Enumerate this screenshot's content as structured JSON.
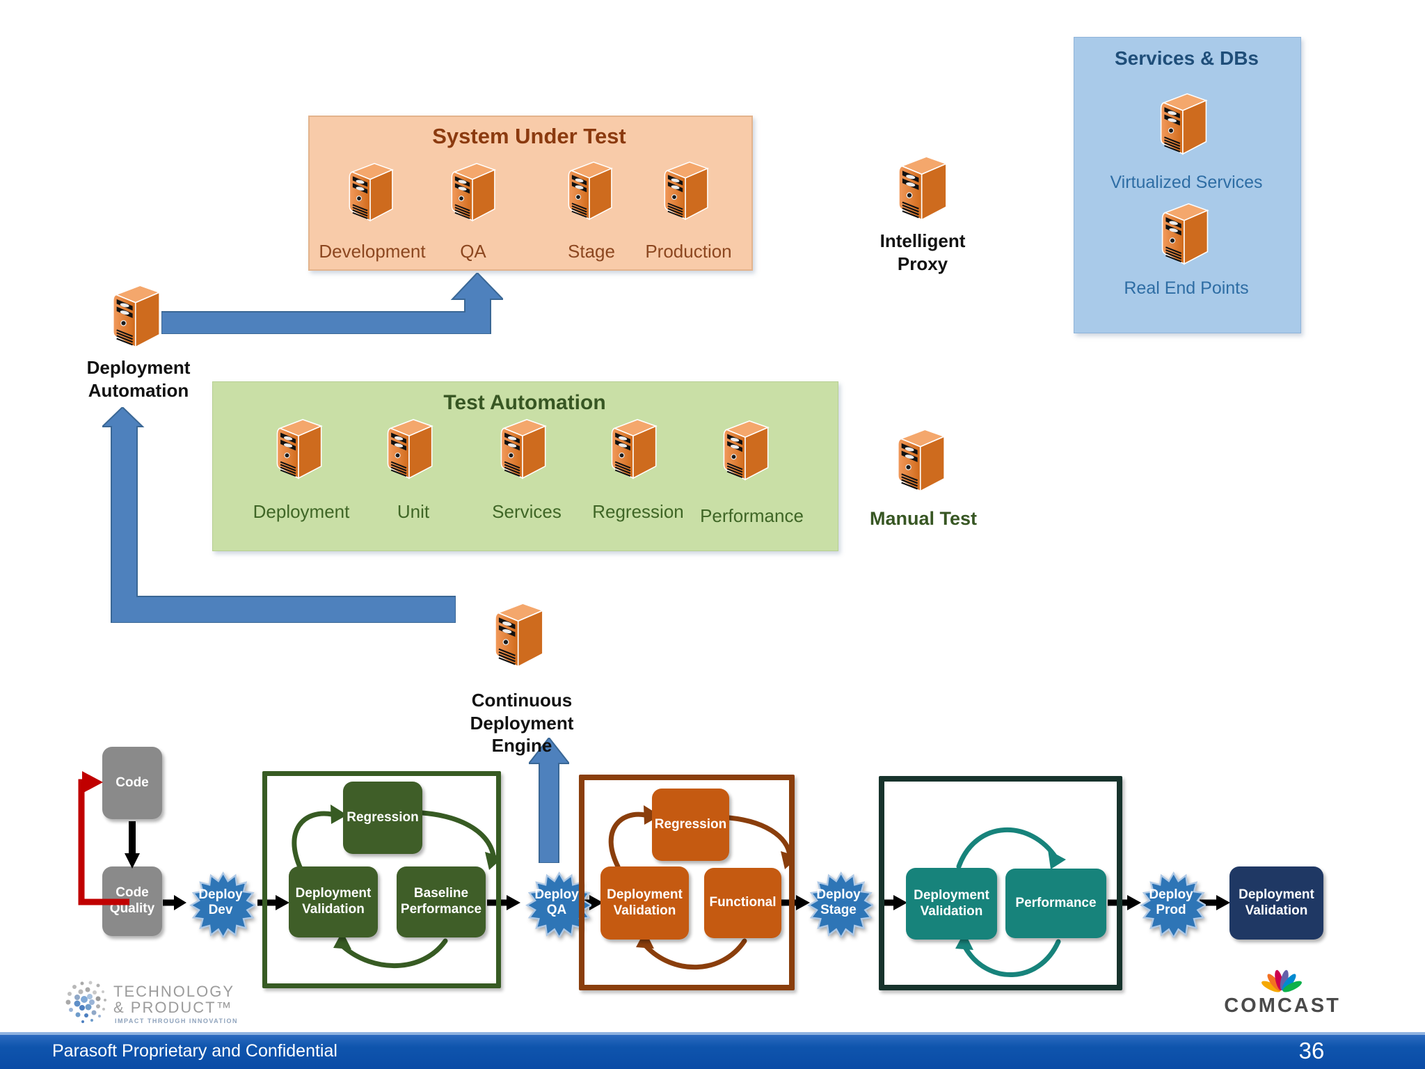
{
  "slide": {
    "footer": {
      "text": "Parasoft Proprietary and Confidential",
      "page_number": "36"
    }
  },
  "system_under_test": {
    "title": "System Under Test",
    "environments": [
      "Development",
      "QA",
      "Stage",
      "Production"
    ]
  },
  "services_and_dbs": {
    "title": "Services & DBs",
    "items": [
      "Virtualized Services",
      "Real End Points"
    ]
  },
  "intelligent_proxy_label": "Intelligent Proxy",
  "deployment_automation_label": "Deployment Automation",
  "test_automation": {
    "title": "Test Automation",
    "items": [
      "Deployment",
      "Unit",
      "Services",
      "Regression",
      "Performance"
    ]
  },
  "manual_test_label": "Manual Test",
  "continuous_deployment_engine_label": "Continuous Deployment Engine",
  "pipeline": {
    "code_label": "Code",
    "code_quality_label": "Code Quality",
    "deploy_dev_label": "Deploy Dev",
    "deploy_qa_label": "Deploy QA",
    "deploy_stage_label": "Deploy Stage",
    "deploy_prod_label": "Deploy Prod",
    "dev_cycle": {
      "regression": "Regression",
      "deployment_validation": "Deployment Validation",
      "baseline_performance": "Baseline Performance"
    },
    "qa_cycle": {
      "regression": "Regression",
      "deployment_validation": "Deployment Validation",
      "functional": "Functional"
    },
    "stage_cycle": {
      "deployment_validation": "Deployment Validation",
      "performance": "Performance"
    },
    "prod_validation_label": "Deployment Validation"
  },
  "logos": {
    "technology_product": {
      "line1": "TECHNOLOGY",
      "line2": "& PRODUCT™",
      "tagline": "IMPACT THROUGH INNOVATION"
    },
    "comcast": "COMCAST"
  },
  "colors": {
    "sut_fill": "#F8CBA9",
    "sut_title": "#8B3A0F",
    "test_automation_fill": "#C9DFA6",
    "test_automation_title": "#375623",
    "services_dbs_fill": "#A9CAE9",
    "services_dbs_title": "#1F4E79",
    "blue_arrow": "#4E81BD",
    "deploy_star": "#2E75B6",
    "dev_stage_green": "#3F5E28",
    "qa_stage_orange": "#C55A11",
    "stage_teal": "#17837B",
    "prod_navy": "#1F3864",
    "gray_box": "#8A8A8A",
    "red_feedback": "#C00000",
    "footer_blue": "#0F55AD"
  }
}
